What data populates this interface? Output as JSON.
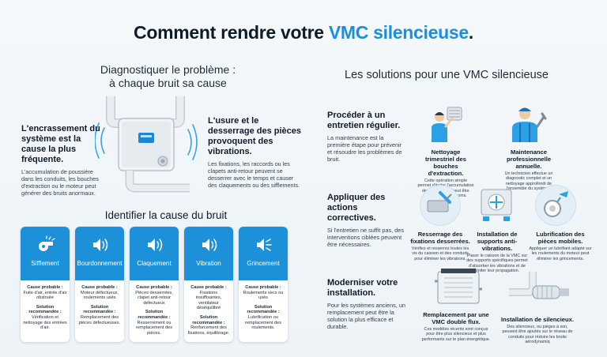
{
  "title": {
    "part1": "Comment rendre votre ",
    "highlight": "VMC silencieuse",
    "part2": "."
  },
  "left": {
    "heading_line1": "Diagnostiquer le problème :",
    "heading_line2": "à chaque bruit sa cause",
    "cause1": {
      "title": "L'encrassement du système est la cause la plus fréquente.",
      "text": "L'accumulation de poussière dans les conduits, les bouches d'extraction ou le moteur peut générer des bruits anormaux."
    },
    "cause2": {
      "title": "L'usure et le desserrage des pièces provoquent des vibrations.",
      "text": "Les fixations, les raccords ou les clapets anti-retour peuvent se desserrer avec le temps et causer des claquements ou des sifflements."
    },
    "section2_title": "Identifier la cause du bruit",
    "cards": [
      {
        "icon": "whistle-icon",
        "label": "Sifflement",
        "cause_label": "Cause probable :",
        "cause": "Fuite d'air, entrée d'air obstruée",
        "solution_label": "Solution recommandée :",
        "solution": "Vérification et nettoyage des entrées d'air."
      },
      {
        "icon": "speaker-icon",
        "label": "Bourdonnement",
        "cause_label": "Cause probable :",
        "cause": "Moteur défectueux, roulements usés",
        "solution_label": "Solution recommandée :",
        "solution": "Remplacement des pièces défectueuses."
      },
      {
        "icon": "speaker-icon",
        "label": "Claquement",
        "cause_label": "Cause probable :",
        "cause": "Pièces desserrées, clapet anti-retour défectueux",
        "solution_label": "Solution recommandée :",
        "solution": "Resserrement ou remplacement des pièces."
      },
      {
        "icon": "speaker-icon",
        "label": "Vibration",
        "cause_label": "Cause probable :",
        "cause": "Fixations insuffisantes, ventilateur déséquilibré",
        "solution_label": "Solution recommandée :",
        "solution": "Renforcement des fixations, équilibrage."
      },
      {
        "icon": "speaker-icon",
        "label": "Grincement",
        "cause_label": "Cause probable :",
        "cause": "Roulements secs ou usés",
        "solution_label": "Solution recommandée :",
        "solution": "Lubrification ou remplacement des roulements."
      }
    ]
  },
  "right": {
    "heading": "Les solutions pour une VMC silencieuse",
    "block1": {
      "title": "Procéder à un entretien régulier.",
      "text": "La maintenance est la première étape pour prévenir et résoudre les problèmes de bruit.",
      "item1_title": "Nettoyage trimestriel des bouches d'extraction.",
      "item1_text": "Cette opération simple permet d'éviter l'accumulation de poussière et peut être réalisée par vos soins.",
      "item2_title": "Maintenance professionnelle annuelle.",
      "item2_text": "Un technicien effectue un diagnostic complet et un nettoyage approfondi de l'ensemble du système."
    },
    "block2": {
      "title": "Appliquer des actions correctives.",
      "text": "Si l'entretien ne suffit pas, des interventions ciblées peuvent être nécessaires.",
      "item1_title": "Resserrage des fixations desserrées.",
      "item1_text": "Vérifiez et resserrez toutes les vis du caisson et des conduits pour éliminer les vibrations.",
      "item2_title": "Installation de supports anti-vibrations.",
      "item2_text": "Placer le caisson de la VMC sur des supports spécifiques permet d'absorber les vibrations et de limiter leur propagation.",
      "item3_title": "Lubrification des pièces mobiles.",
      "item3_text": "Appliquer un lubrifiant adapté sur les roulements du moteur peut éliminer les grincements."
    },
    "block3": {
      "title": "Moderniser votre installation.",
      "text": "Pour les systèmes anciens, un remplacement peut être la solution la plus efficace et durable.",
      "item1_title": "Remplacement par une VMC double flux.",
      "item1_text": "Ces modèles récents sont conçus pour être plus silencieux et plus performants sur le plan énergétique.",
      "item2_title": "Installation de silencieux.",
      "item2_text": "Des silencieux, ou pièges à son, peuvent être ajoutés sur le réseau de conduits pour réduire les bruits aérodynamiq"
    }
  },
  "colors": {
    "accent": "#1a8fe0",
    "card_blue": "#1c90d8",
    "dark": "#0f1b28"
  }
}
